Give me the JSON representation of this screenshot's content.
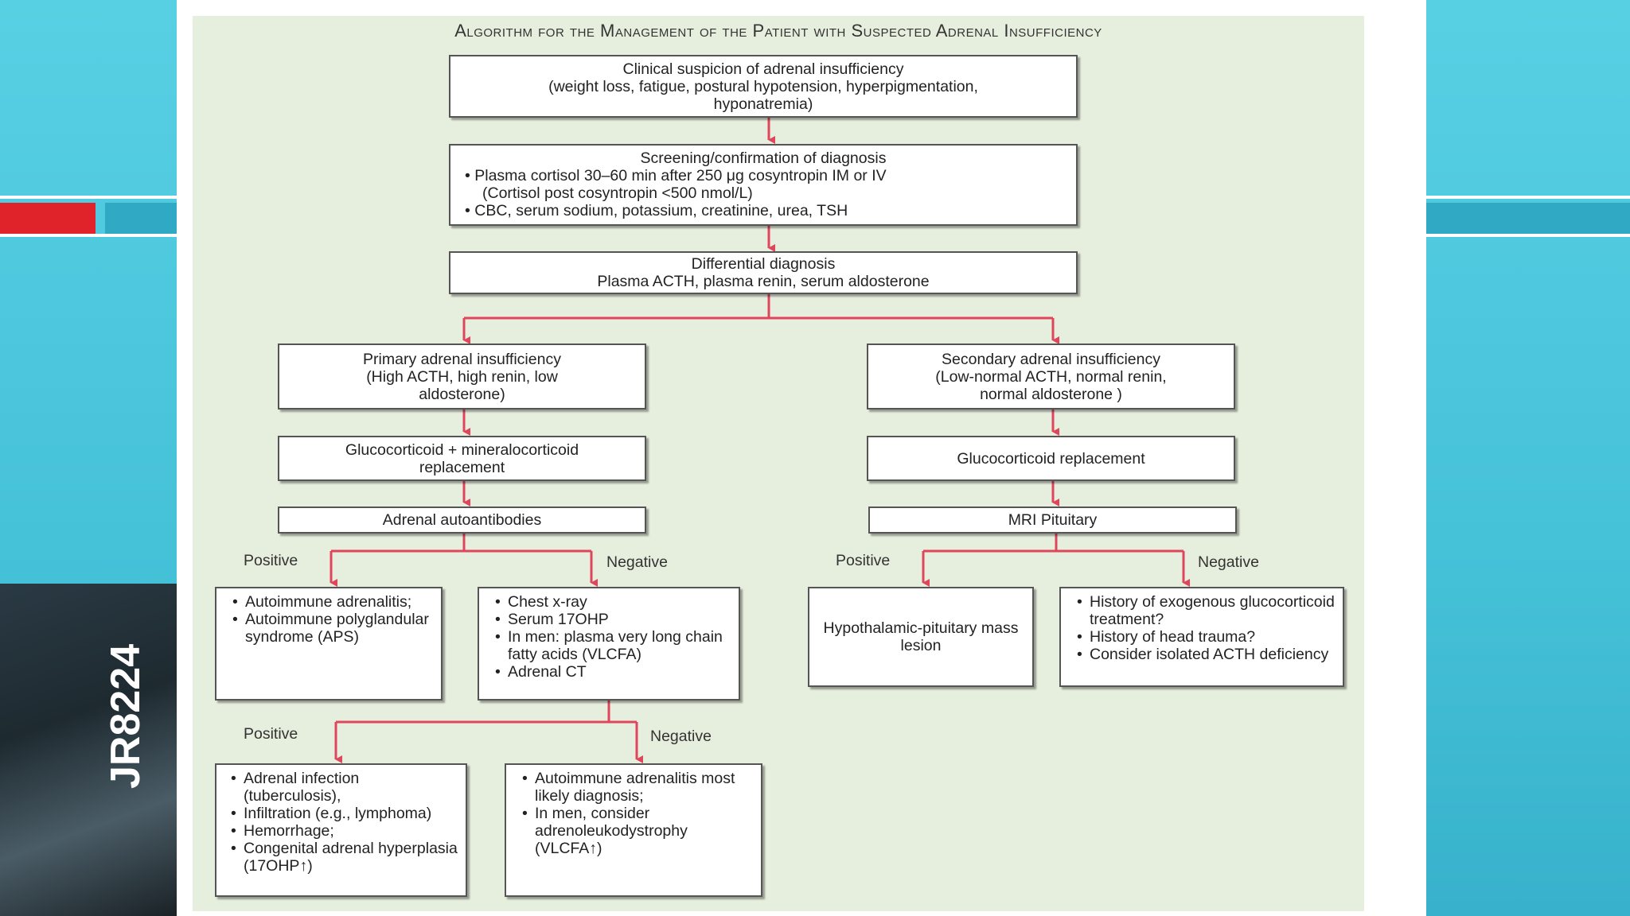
{
  "colors": {
    "accent_teal": "#45c1d8",
    "accent_red": "#e0232b",
    "arrow": "#e0455c",
    "figure_bg": "#e6eedd"
  },
  "photo": {
    "vial_label": "JR8224"
  },
  "figure": {
    "title": "Algorithm for the Management of the Patient with Suspected Adrenal Insufficiency",
    "box1": {
      "title": "Clinical suspicion of adrenal insufficiency",
      "line1": "(weight loss, fatigue, postural hypotension, hyperpigmentation,",
      "line2": "hyponatremia)"
    },
    "box2": {
      "title": "Screening/confirmation of diagnosis",
      "b1": "Plasma cortisol 30–60 min after 250 μg cosyntropin IM or IV",
      "b1b": "(Cortisol post cosyntropin <500 nmol/L)",
      "b2": "CBC, serum sodium, potassium, creatinine, urea, TSH"
    },
    "box3": {
      "title": "Differential diagnosis",
      "line1": "Plasma ACTH, plasma renin, serum aldosterone"
    },
    "primary": {
      "title": "Primary adrenal insufficiency",
      "line1": "(High ACTH, high renin, low",
      "line2": "aldosterone)"
    },
    "secondary": {
      "title": "Secondary adrenal insufficiency",
      "line1": "(Low-normal ACTH, normal renin,",
      "line2": "normal aldosterone )"
    },
    "gm_replacement": {
      "line1": "Glucocorticoid + mineralocorticoid",
      "line2": "replacement"
    },
    "g_replacement": "Glucocorticoid replacement",
    "autoantibodies": "Adrenal autoantibodies",
    "mri": "MRI Pituitary",
    "labels": {
      "positive": "Positive",
      "negative": "Negative"
    },
    "aa_positive": [
      "Autoimmune adrenalitis;",
      "Autoimmune polyglandular syndrome (APS)"
    ],
    "aa_negative": [
      "Chest x-ray",
      "Serum 17OHP",
      "In men: plasma very long chain fatty acids (VLCFA)",
      "Adrenal CT"
    ],
    "mri_positive": "Hypothalamic-pituitary mass lesion",
    "mri_negative": [
      "History of exogenous glucocorticoid treatment?",
      "History of head trauma?",
      "Consider isolated ACTH deficiency"
    ],
    "ct_positive": [
      "Adrenal infection (tuberculosis),",
      "Infiltration (e.g., lymphoma)",
      "Hemorrhage;",
      "Congenital adrenal hyperplasia (17OHP↑)"
    ],
    "ct_negative": [
      "Autoimmune adrenalitis most likely diagnosis;",
      "In men, consider adrenoleukodystrophy (VLCFA↑)"
    ]
  }
}
